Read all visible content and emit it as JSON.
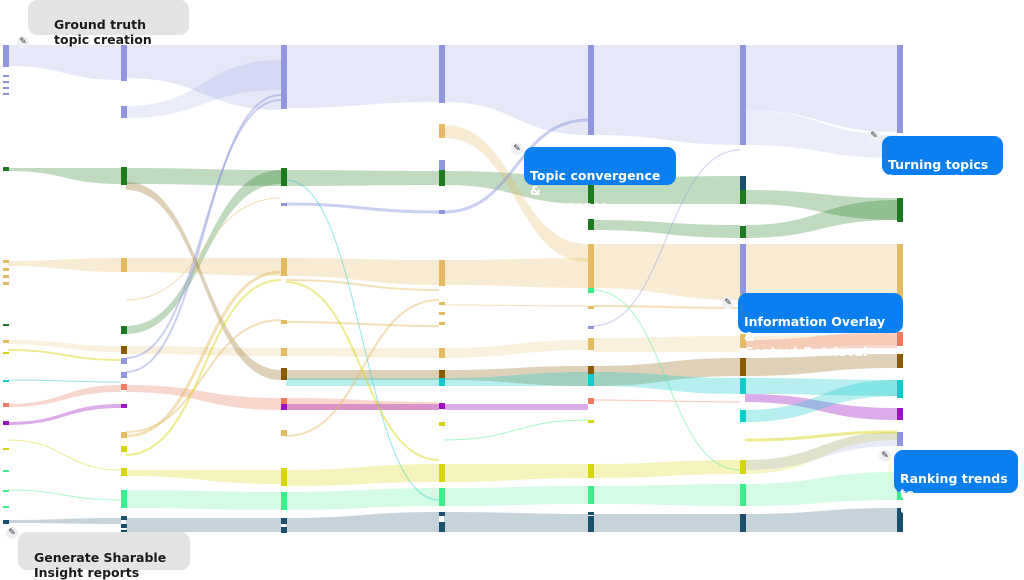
{
  "colors": {
    "topic_periwinkle": "#8f96dd",
    "topic_green": "#1e7a1e",
    "topic_orange": "#e4ba62",
    "topic_brown": "#8a5a00",
    "topic_salmon": "#ef7c5c",
    "topic_purple": "#9b12c4",
    "topic_cyan": "#12c9cc",
    "topic_yellow": "#d6d40c",
    "topic_mint": "#3bef8a",
    "topic_navy": "#1b4f6e",
    "callout_blue": "#0a7ff2",
    "note_gray": "#e4e4e4"
  },
  "annotations": {
    "ground_truth": "Ground truth\ntopic creation",
    "convergence": "Topic convergence &\ndivergence",
    "turning": "Turning topics\ninto trends",
    "overlay": "Information Overlay  &\nContext Retrieval",
    "ranking": "Ranking trends to\nuser query",
    "sharable": "Generate Sharable\nInsight reports"
  },
  "icons": {
    "pin": "pin-icon"
  }
}
